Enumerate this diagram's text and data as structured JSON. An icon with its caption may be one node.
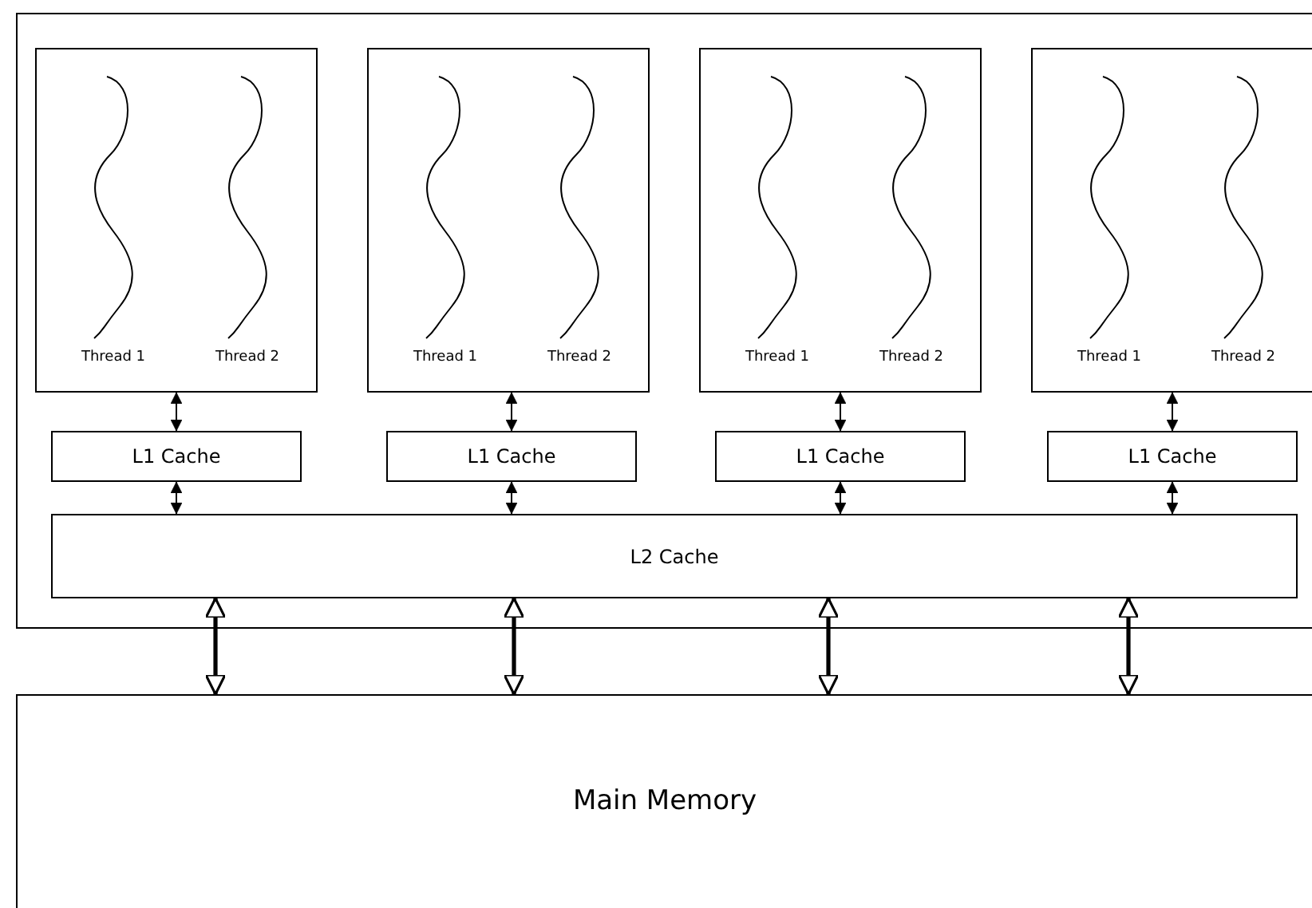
{
  "diagram": {
    "nodes": [
      {
        "text": [],
        "shape": "box"
      },
      {
        "text": [],
        "shape": "box",
        "in": 0
      },
      {
        "text": [
          "Thread 1"
        ],
        "in": 1
      },
      {
        "text": [
          "Thread 2"
        ],
        "in": 1
      },
      {
        "text": [],
        "shape": "box",
        "in": 0
      },
      {
        "text": [
          "Thread 1"
        ],
        "in": 4
      },
      {
        "text": [
          "Thread 2"
        ],
        "in": 4
      },
      {
        "text": [],
        "shape": "box",
        "in": 0
      },
      {
        "text": [
          "Thread 1"
        ],
        "in": 7
      },
      {
        "text": [
          "Thread 2"
        ],
        "in": 7
      },
      {
        "text": [],
        "shape": "box",
        "in": 0
      },
      {
        "text": [
          "Thread 1"
        ],
        "in": 10
      },
      {
        "text": [
          "Thread 2"
        ],
        "in": 10
      },
      {
        "text": [
          "L1 Cache"
        ],
        "in": 0
      },
      {
        "text": [
          "L1 Cache"
        ],
        "in": 0
      },
      {
        "text": [
          "L1 Cache"
        ],
        "in": 0
      },
      {
        "text": [
          "L1 Cache"
        ],
        "in": 0
      },
      {
        "text": [
          "L2 Cache"
        ],
        "in": 0
      },
      {
        "text": [
          "Main Memory"
        ]
      }
    ],
    "edges": [
      {
        "from": 1,
        "to": 13,
        "arrow": "both"
      },
      {
        "from": 4,
        "to": 14,
        "arrow": "both"
      },
      {
        "from": 7,
        "to": 15,
        "arrow": "both"
      },
      {
        "from": 10,
        "to": 16,
        "arrow": "both"
      },
      {
        "from": 13,
        "to": 17,
        "arrow": "both"
      },
      {
        "from": 14,
        "to": 17,
        "arrow": "both"
      },
      {
        "from": 15,
        "to": 17,
        "arrow": "both"
      },
      {
        "from": 16,
        "to": 17,
        "arrow": "both"
      },
      {
        "from": 17,
        "to": 18,
        "arrow": "both",
        "style": "thick"
      },
      {
        "from": 17,
        "to": 18,
        "arrow": "both",
        "style": "thick"
      },
      {
        "from": 17,
        "to": 18,
        "arrow": "both",
        "style": "thick"
      },
      {
        "from": 17,
        "to": 18,
        "arrow": "both",
        "style": "thick"
      }
    ]
  }
}
